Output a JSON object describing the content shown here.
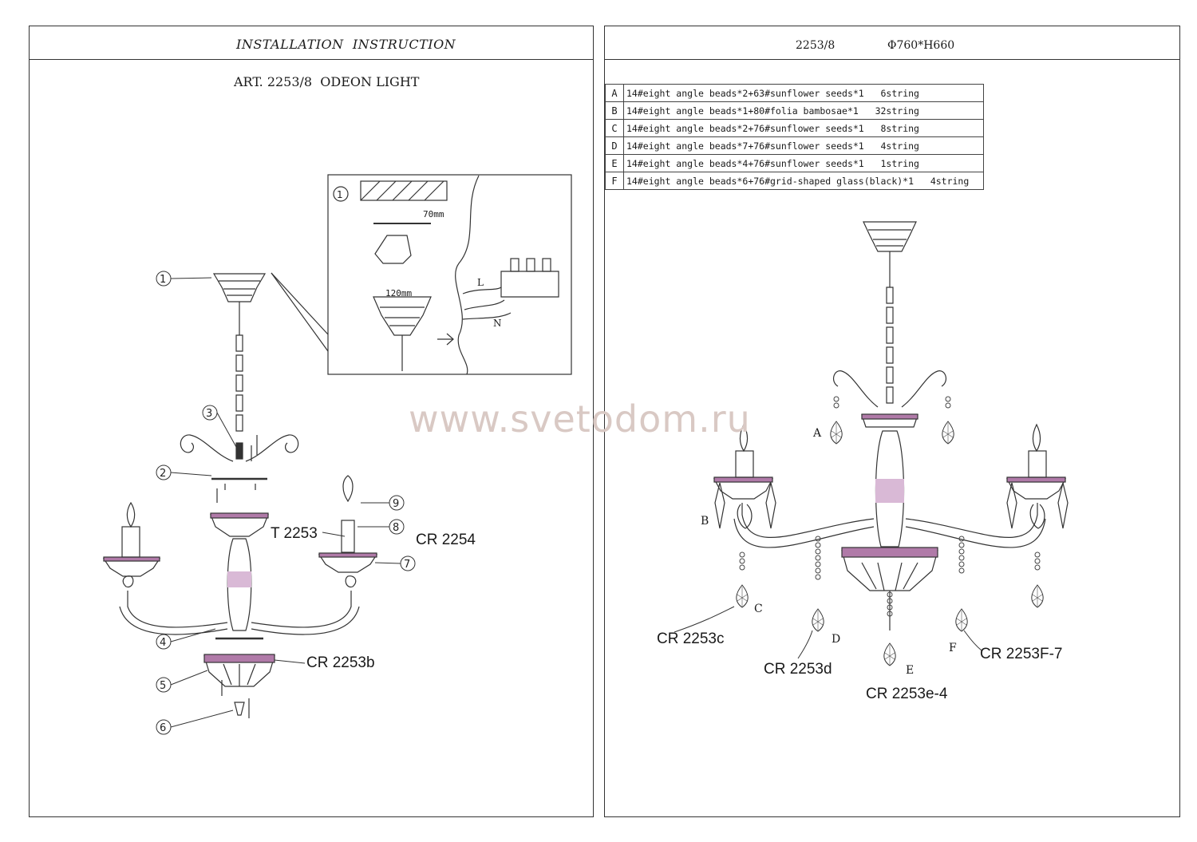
{
  "left_page": {
    "header": "INSTALLATION  INSTRUCTION",
    "article": "ART. 2253/8  ODEON LIGHT",
    "part_labels": [
      "T 2253",
      "CR 2254",
      "CR 2253b"
    ],
    "dimensions": [
      "70mm",
      "120mm"
    ],
    "wire_labels": [
      "L",
      "N"
    ]
  },
  "right_page": {
    "model": "2253/8",
    "size": "Φ760*H660",
    "table": [
      {
        "key": "A",
        "text": "14#eight angle beads*2+63#sunflower seeds*1",
        "qty": "6string"
      },
      {
        "key": "B",
        "text": "14#eight angle beads*1+80#folia bambosae*1",
        "qty": "32string"
      },
      {
        "key": "C",
        "text": "14#eight angle beads*2+76#sunflower seeds*1",
        "qty": "8string"
      },
      {
        "key": "D",
        "text": "14#eight angle beads*7+76#sunflower seeds*1",
        "qty": "4string"
      },
      {
        "key": "E",
        "text": "14#eight angle beads*4+76#sunflower seeds*1",
        "qty": "1string"
      },
      {
        "key": "F",
        "text": "14#eight angle beads*6+76#grid-shaped glass(black)*1",
        "qty": "4string"
      }
    ],
    "part_labels": [
      "CR 2253c",
      "CR 2253d",
      "CR 2253e-4",
      "CR 2253F-7"
    ],
    "letters": [
      "A",
      "B",
      "C",
      "D",
      "E",
      "F"
    ]
  },
  "watermark": "www.svetodom.ru",
  "colors": {
    "accent": "#b07aa8",
    "line": "#333333"
  }
}
